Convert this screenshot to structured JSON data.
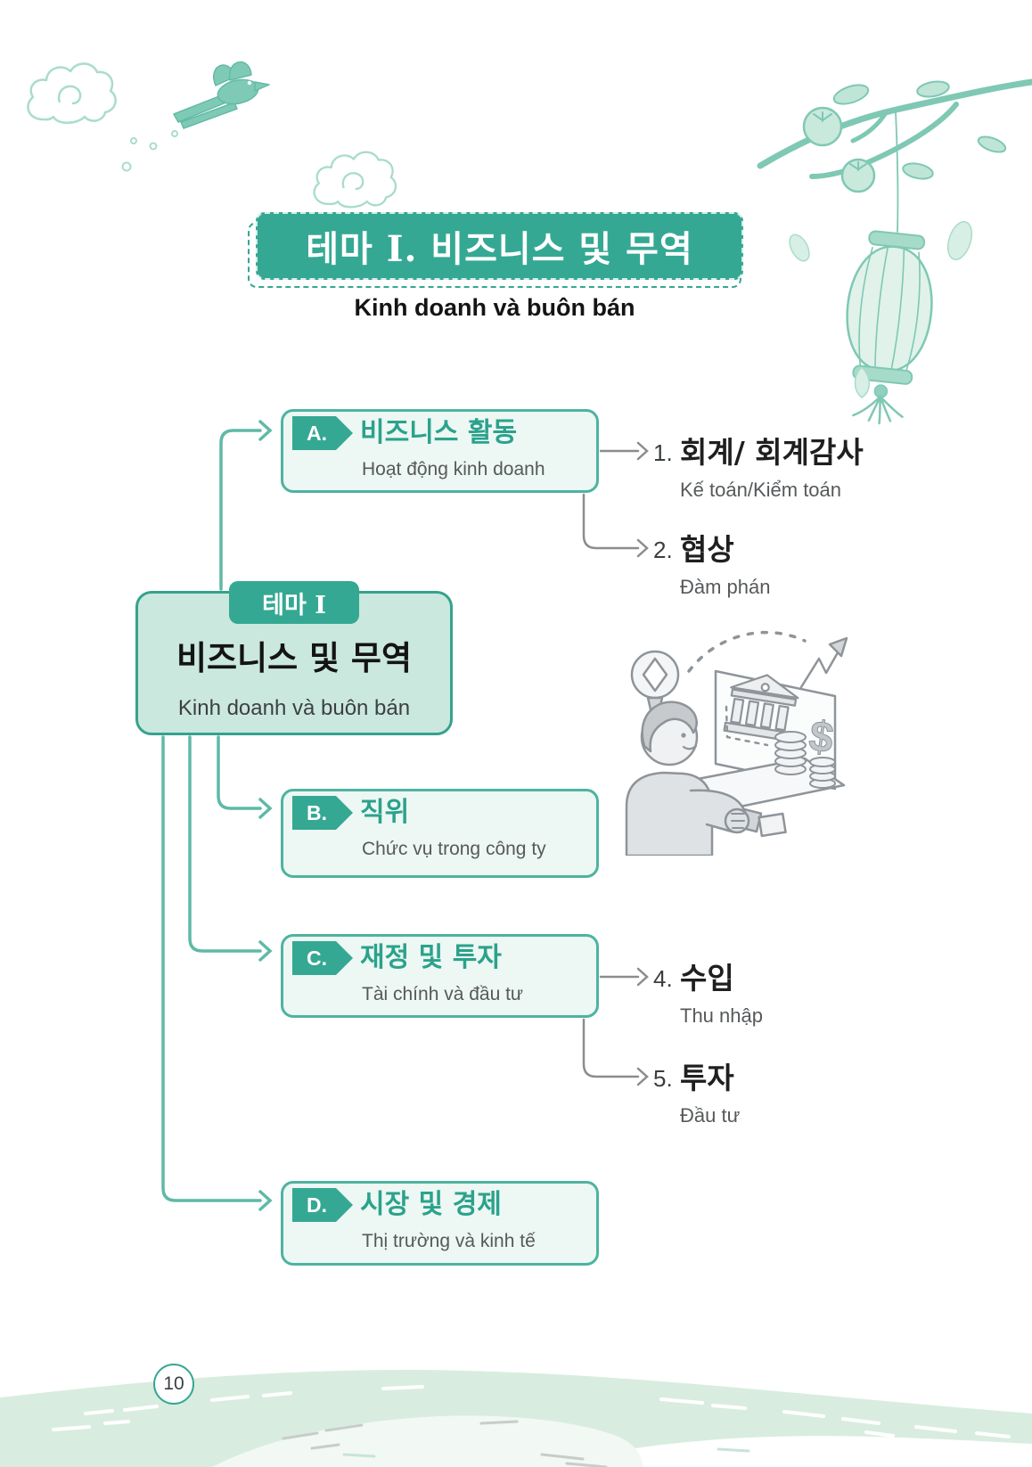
{
  "header": {
    "title_ko": "테마 I. 비즈니스 및 무역",
    "subtitle_vi": "Kinh doanh và buôn bán"
  },
  "theme_box": {
    "badge": "테마 I",
    "title_ko": "비즈니스 및 무역",
    "subtitle_vi": "Kinh doanh và buôn bán"
  },
  "branches": [
    {
      "letter": "A.",
      "title_ko": "비즈니스 활동",
      "subtitle_vi": "Hoạt động kinh doanh"
    },
    {
      "letter": "B.",
      "title_ko": "직위",
      "subtitle_vi": "Chức vụ trong công ty"
    },
    {
      "letter": "C.",
      "title_ko": "재정 및 투자",
      "subtitle_vi": "Tài chính và đầu tư"
    },
    {
      "letter": "D.",
      "title_ko": "시장 및 경제",
      "subtitle_vi": "Thị trường và kinh tế"
    }
  ],
  "sub_items": [
    {
      "num": "1.",
      "ko": "회계/ 회계감사",
      "vi": "Kế toán/Kiểm toán"
    },
    {
      "num": "2.",
      "ko": "협상",
      "vi": "Đàm phán"
    },
    {
      "num": "4.",
      "ko": "수입",
      "vi": "Thu nhập"
    },
    {
      "num": "5.",
      "ko": "투자",
      "vi": "Đầu tư"
    }
  ],
  "page_number": "10",
  "colors": {
    "teal": "#35A893",
    "teal_border": "#4EB3A0",
    "branch_fill": "#EDF7F3",
    "theme_fill": "#CBE8DE",
    "branch_title": "#2BA28C",
    "text_dark": "#1F1F1F",
    "text_gray": "#56595B",
    "connector_gray": "#8A8C8E",
    "decor_teal": "#9ED8C6",
    "footer_green": "#D9ECE0",
    "footer_river": "#F2F8F4",
    "illustration_gray": "#8E9499"
  },
  "icons": [
    "cloud-icon",
    "bird-icon",
    "persimmon-branch-icon",
    "lantern-icon",
    "falling-leaves-icon",
    "lightbulb-icon",
    "growth-arrow-icon",
    "bank-icon",
    "dollar-icon",
    "coin-stack-icon",
    "person-illustration",
    "river-landscape"
  ]
}
